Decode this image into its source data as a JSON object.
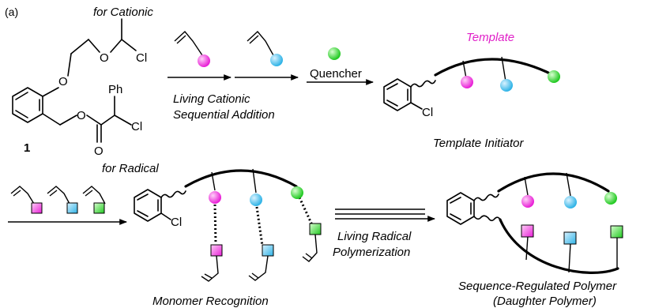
{
  "panel_label": "(a)",
  "labels": {
    "for_cationic": "for Cationic",
    "for_radical": "for Radical",
    "compound_number": "1",
    "template": "Template",
    "quencher": "Quencher",
    "living_cationic": "Living Cationic",
    "sequential_addition": "Sequential Addition",
    "template_initiator": "Template Initiator",
    "living_radical": "Living Radical",
    "polymerization": "Polymerization",
    "monomer_recognition": "Monomer Recognition",
    "sequence_regulated": "Sequence-Regulated Polymer",
    "daughter_polymer": "(Daughter Polymer)"
  },
  "atoms": {
    "cl": "Cl",
    "o": "O",
    "ph": "Ph"
  },
  "colors": {
    "magenta": "#e81fd6",
    "cyan": "#2fb3e6",
    "green": "#2ad62a",
    "template_text": "#e020c8"
  }
}
